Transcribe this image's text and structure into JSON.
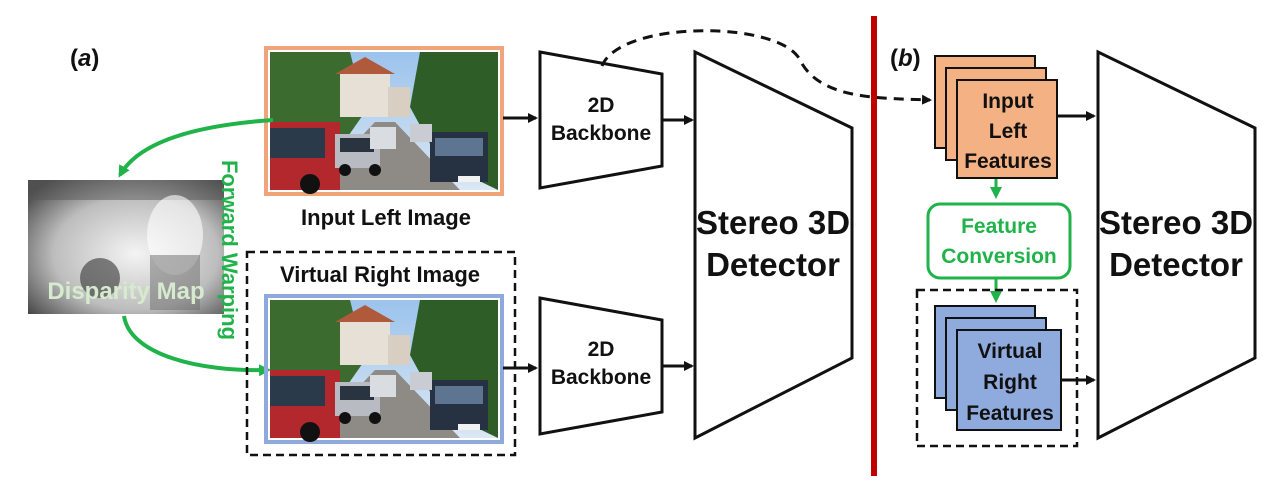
{
  "panel_a": {
    "label_open": "(",
    "label_letter": "a",
    "label_close": ")",
    "input_left_image": "Input Left Image",
    "virtual_right_image": "Virtual Right Image",
    "disparity_map": "Disparity Map",
    "forward_warping": "Forward Warping",
    "backbone_top": [
      "2D",
      "Backbone"
    ],
    "backbone_bottom": [
      "2D",
      "Backbone"
    ],
    "detector": [
      "Stereo 3D",
      "Detector"
    ]
  },
  "panel_b": {
    "label_open": "(",
    "label_letter": "b",
    "label_close": ")",
    "input_left_features": [
      "Input",
      "Left",
      "Features"
    ],
    "feature_conversion": [
      "Feature",
      "Conversion"
    ],
    "virtual_right_features": [
      "Virtual",
      "Right",
      "Features"
    ],
    "detector": [
      "Stereo 3D",
      "Detector"
    ]
  },
  "colors": {
    "green": "#20b34a",
    "divider_red": "#c00000",
    "left_frame_orange": "#f0a47a",
    "right_frame_blue": "#8ea9db",
    "feature_orange": "#f4b183",
    "feature_blue": "#8faadc"
  }
}
